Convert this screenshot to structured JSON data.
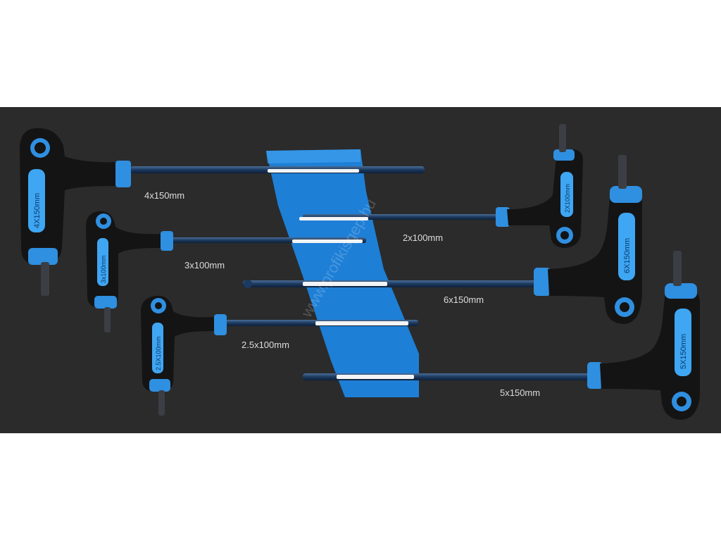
{
  "image": {
    "subject": "blue and black T-handle hex keys in a foam tray insert",
    "colors": {
      "page_background": "#ffffff",
      "tray_foam": "#2b2b2c",
      "accent_blue": "#2f8fe0",
      "handle_black": "#141414",
      "holder_blue": "#1e7fd6",
      "shaft_steel": "#1f3f66"
    }
  },
  "wrenches": [
    {
      "size_label": "4x150mm",
      "handle_text": "4X150mm"
    },
    {
      "size_label": "2x100mm",
      "handle_text": "2X100mm"
    },
    {
      "size_label": "3x100mm",
      "handle_text": "3x100mm"
    },
    {
      "size_label": "6x150mm",
      "handle_text": "6X150mm"
    },
    {
      "size_label": "2.5x100mm",
      "handle_text": "2.5X100mm"
    },
    {
      "size_label": "5x150mm",
      "handle_text": "5X150mm"
    }
  ],
  "watermark": "www.profikisgep.hu"
}
